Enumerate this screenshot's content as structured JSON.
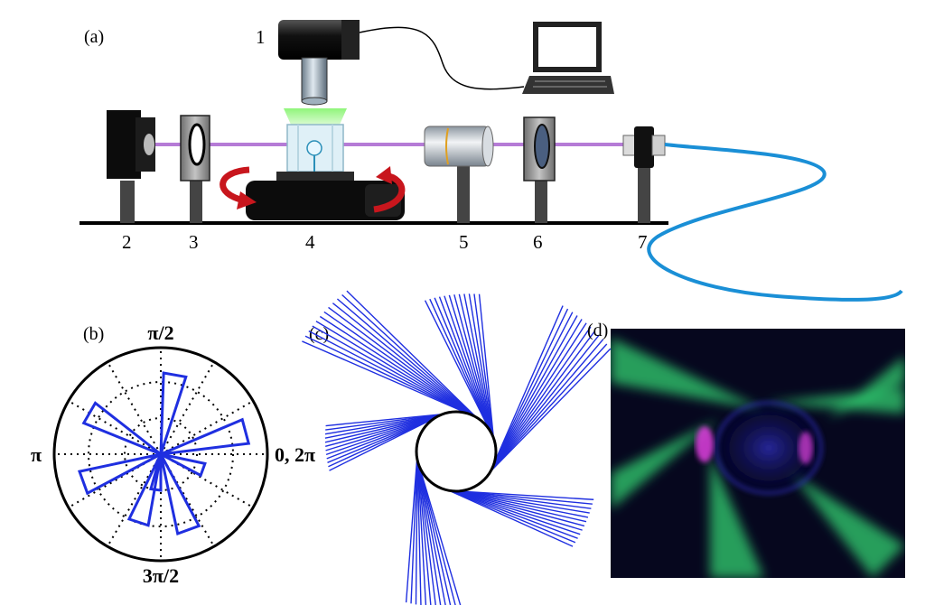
{
  "panels": {
    "a": {
      "label": "(a)"
    },
    "b": {
      "label": "(b)"
    },
    "c": {
      "label": "(c)"
    },
    "d": {
      "label": "(d)"
    }
  },
  "components": {
    "c1": "1",
    "c2": "2",
    "c3": "3",
    "c4": "4",
    "c5": "5",
    "c6": "6",
    "c7": "7"
  },
  "polar": {
    "top": "π/2",
    "left": "π",
    "right": "0, 2π",
    "bottom": "3π/2"
  },
  "colors": {
    "laser": "#b57bd6",
    "fiber": "#1a8fd6",
    "arrow": "#c8161d",
    "lobe": "#1f2fe0",
    "green": "#30d070"
  }
}
